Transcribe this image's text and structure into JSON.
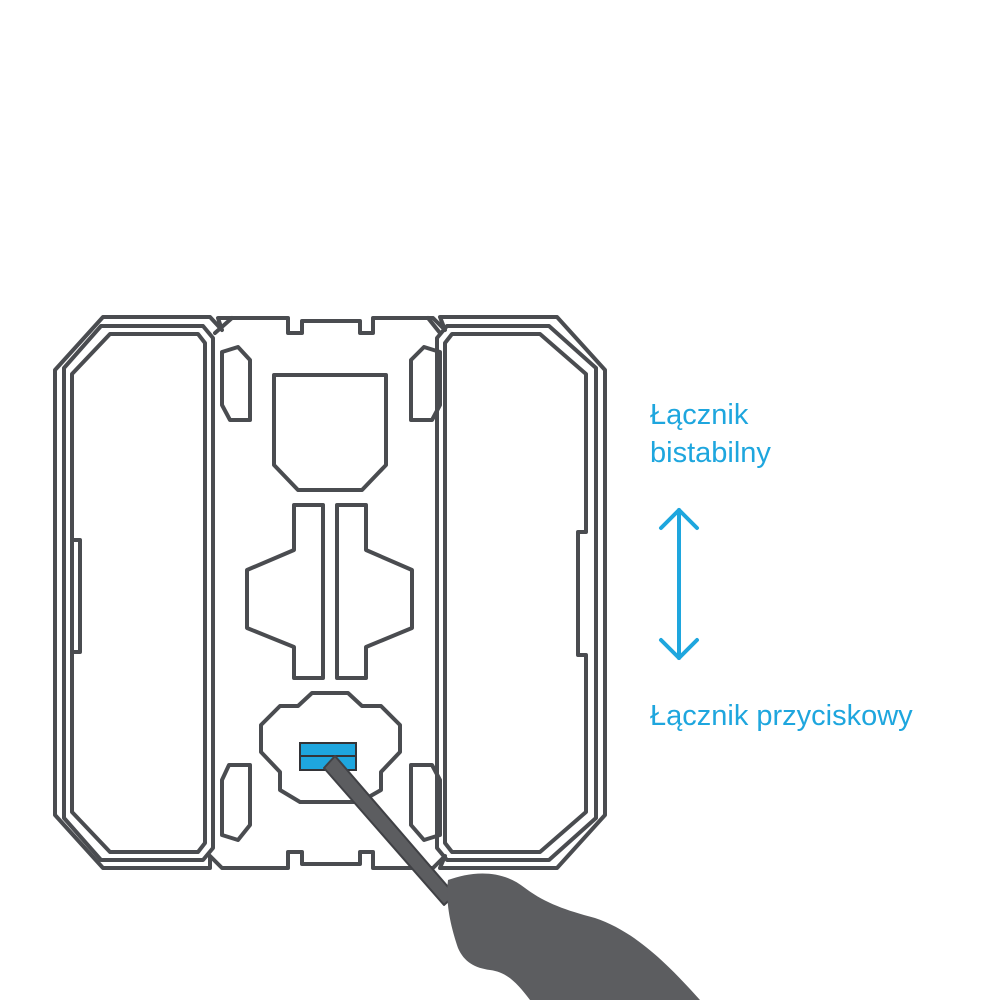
{
  "labels": {
    "bistable_line1": "Łącznik",
    "bistable_line2": "bistabilny",
    "push_button": "Łącznik przyciskowy"
  },
  "colors": {
    "outline": "#4a4c50",
    "accent": "#1ea6de",
    "screwdriver": "#5c5d60",
    "background": "#ffffff"
  },
  "icons": {
    "arrow": "double-headed-vertical-arrow-icon",
    "tool": "screwdriver-icon",
    "switch": "selector-slider-icon"
  }
}
